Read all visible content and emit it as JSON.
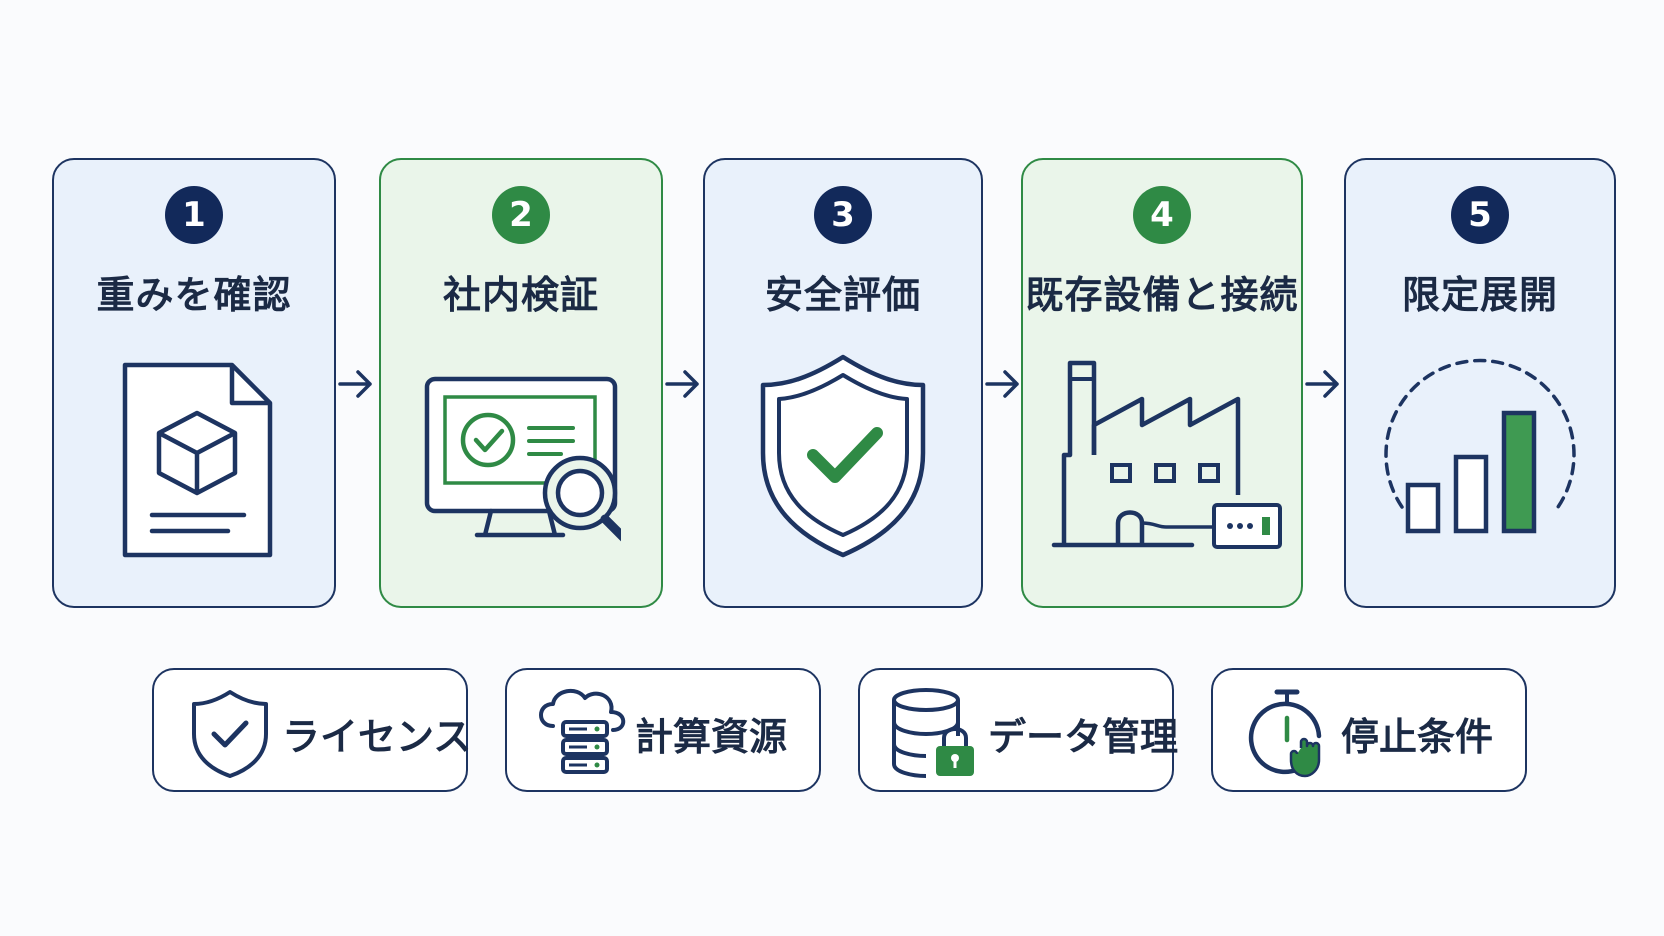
{
  "steps": [
    {
      "number": "1",
      "title": "重みを確認",
      "icon": "document-cube-icon"
    },
    {
      "number": "2",
      "title": "社内検証",
      "icon": "monitor-magnifier-icon"
    },
    {
      "number": "3",
      "title": "安全評価",
      "icon": "shield-check-icon"
    },
    {
      "number": "4",
      "title": "既存設備と接続",
      "icon": "factory-connection-icon"
    },
    {
      "number": "5",
      "title": "限定展開",
      "icon": "bar-chart-rollout-icon"
    }
  ],
  "considerations": [
    {
      "label": "ライセンス",
      "icon": "shield-check-icon"
    },
    {
      "label": "計算資源",
      "icon": "cloud-server-icon"
    },
    {
      "label": "データ管理",
      "icon": "database-lock-icon"
    },
    {
      "label": "停止条件",
      "icon": "stopwatch-icon"
    }
  ],
  "colors": {
    "navy": "#1d3461",
    "green": "#2f8a45",
    "card_blue": "#e9f1fb",
    "card_green": "#eaf5ea"
  }
}
